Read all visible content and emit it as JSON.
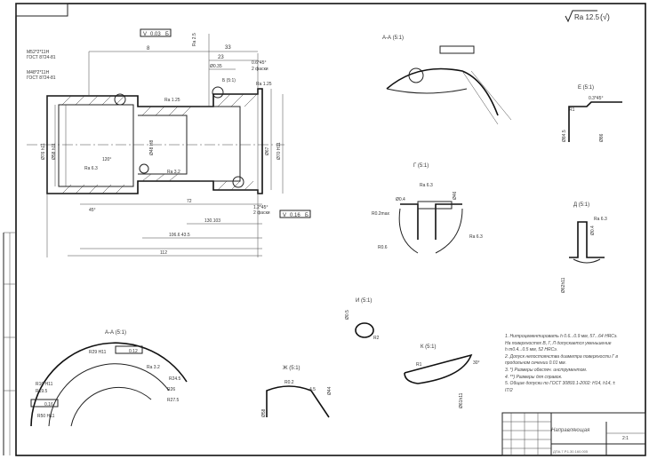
{
  "roughness": {
    "value": "Ra 12.5",
    "other": "(√)"
  },
  "views": {
    "aa_top": "А-А (5:1)",
    "b": "Б (5:1)",
    "g": "Г (5:1)",
    "d": "Д (5:1)",
    "e": "Е (5:1)",
    "i": "И (5:1)",
    "k": "К (5:1)",
    "zh": "Ж (5:1)",
    "aa_bottom": "А-А (5:1)"
  },
  "main_dims": {
    "tol1_sym": "V",
    "tol1_val": "0.03",
    "tol1_base": "Б",
    "tol2_sym": "V",
    "tol2_val": "0.16",
    "tol2_base": "Б",
    "d8": "8",
    "d33": "33",
    "d23": "23",
    "d035": "Ø0.35",
    "chamfer1": "0.6*45°",
    "chamfer1b": "2 фаски",
    "chamfer2": "1.2*45°",
    "chamfer2b": "2 фаски",
    "ra125": "Ra 1.25",
    "ra25": "Ra 2.5",
    "ra32": "Ra 3.2",
    "ra63": "Ra 6.3",
    "d72": "72",
    "d130": "130.103",
    "d106": "106.6 43.5",
    "d112": "112",
    "ang": "45°",
    "ang2": "120°",
    "thread1": "М52*2*11Н",
    "thread1b": "ГОСТ 8724-81",
    "thread2": "М48*2*11Н",
    "thread2b": "ГОСТ 8724-81",
    "diaA": "Ø76 h11",
    "diaB": "Ø58 h11",
    "diaC": "Ø48 H8",
    "diaD": "Ø67",
    "diaE": "Ø70 H11"
  },
  "detail_dims": {
    "e1": "0.3*45°",
    "e2": "R1",
    "e3": "Ø84.5",
    "e4": "Ø86",
    "b1": "Ø0.4",
    "b2": "R0.6",
    "b3": "R0.2max",
    "b4": "Ø46",
    "b5": "2",
    "d1": "Ø0.4",
    "d2": "Ø62h11",
    "i1": "R1",
    "i2": "Ø0.5",
    "i3": "R2",
    "k1": "R1",
    "k2": "30°",
    "k3": "Ø61h11",
    "zh1": "R0.2",
    "zh2": "4.5",
    "zh3": "Ø58",
    "zh4": "Ø44",
    "aa1": "R16 H11",
    "aa2": "R19.5",
    "aa3": "R24.5",
    "aa4": "R26",
    "aa5": "R27.5",
    "aa6": "R29 H11",
    "aa7": "R50 H11",
    "aa_tol": "0.12",
    "aa_tol2": "0.16"
  },
  "notes": [
    "1. Нитроцементировать h 0.6...0.9 мм, 57...64 HRCэ.",
    "   На поверхностях В, Г, Л допускается уменьшение",
    "   h т0.4...0.5 мм, 52 HRCэ.",
    "2. Допуск непостоянства диаметра поверхности Г в",
    "   продольном сечении 0.01 мм.",
    "3. *) Размеры обеспеч. инструментом.",
    "4. **) Размеры для справок.",
    "5. Общие допуски по ГОСТ 30893.1-2002: H14, h14, ±",
    "   IT/2"
  ],
  "title_block": {
    "name": "Направляющая",
    "code": "ДПА.7.Р.1.30.160.005",
    "sheet": "2:1"
  }
}
